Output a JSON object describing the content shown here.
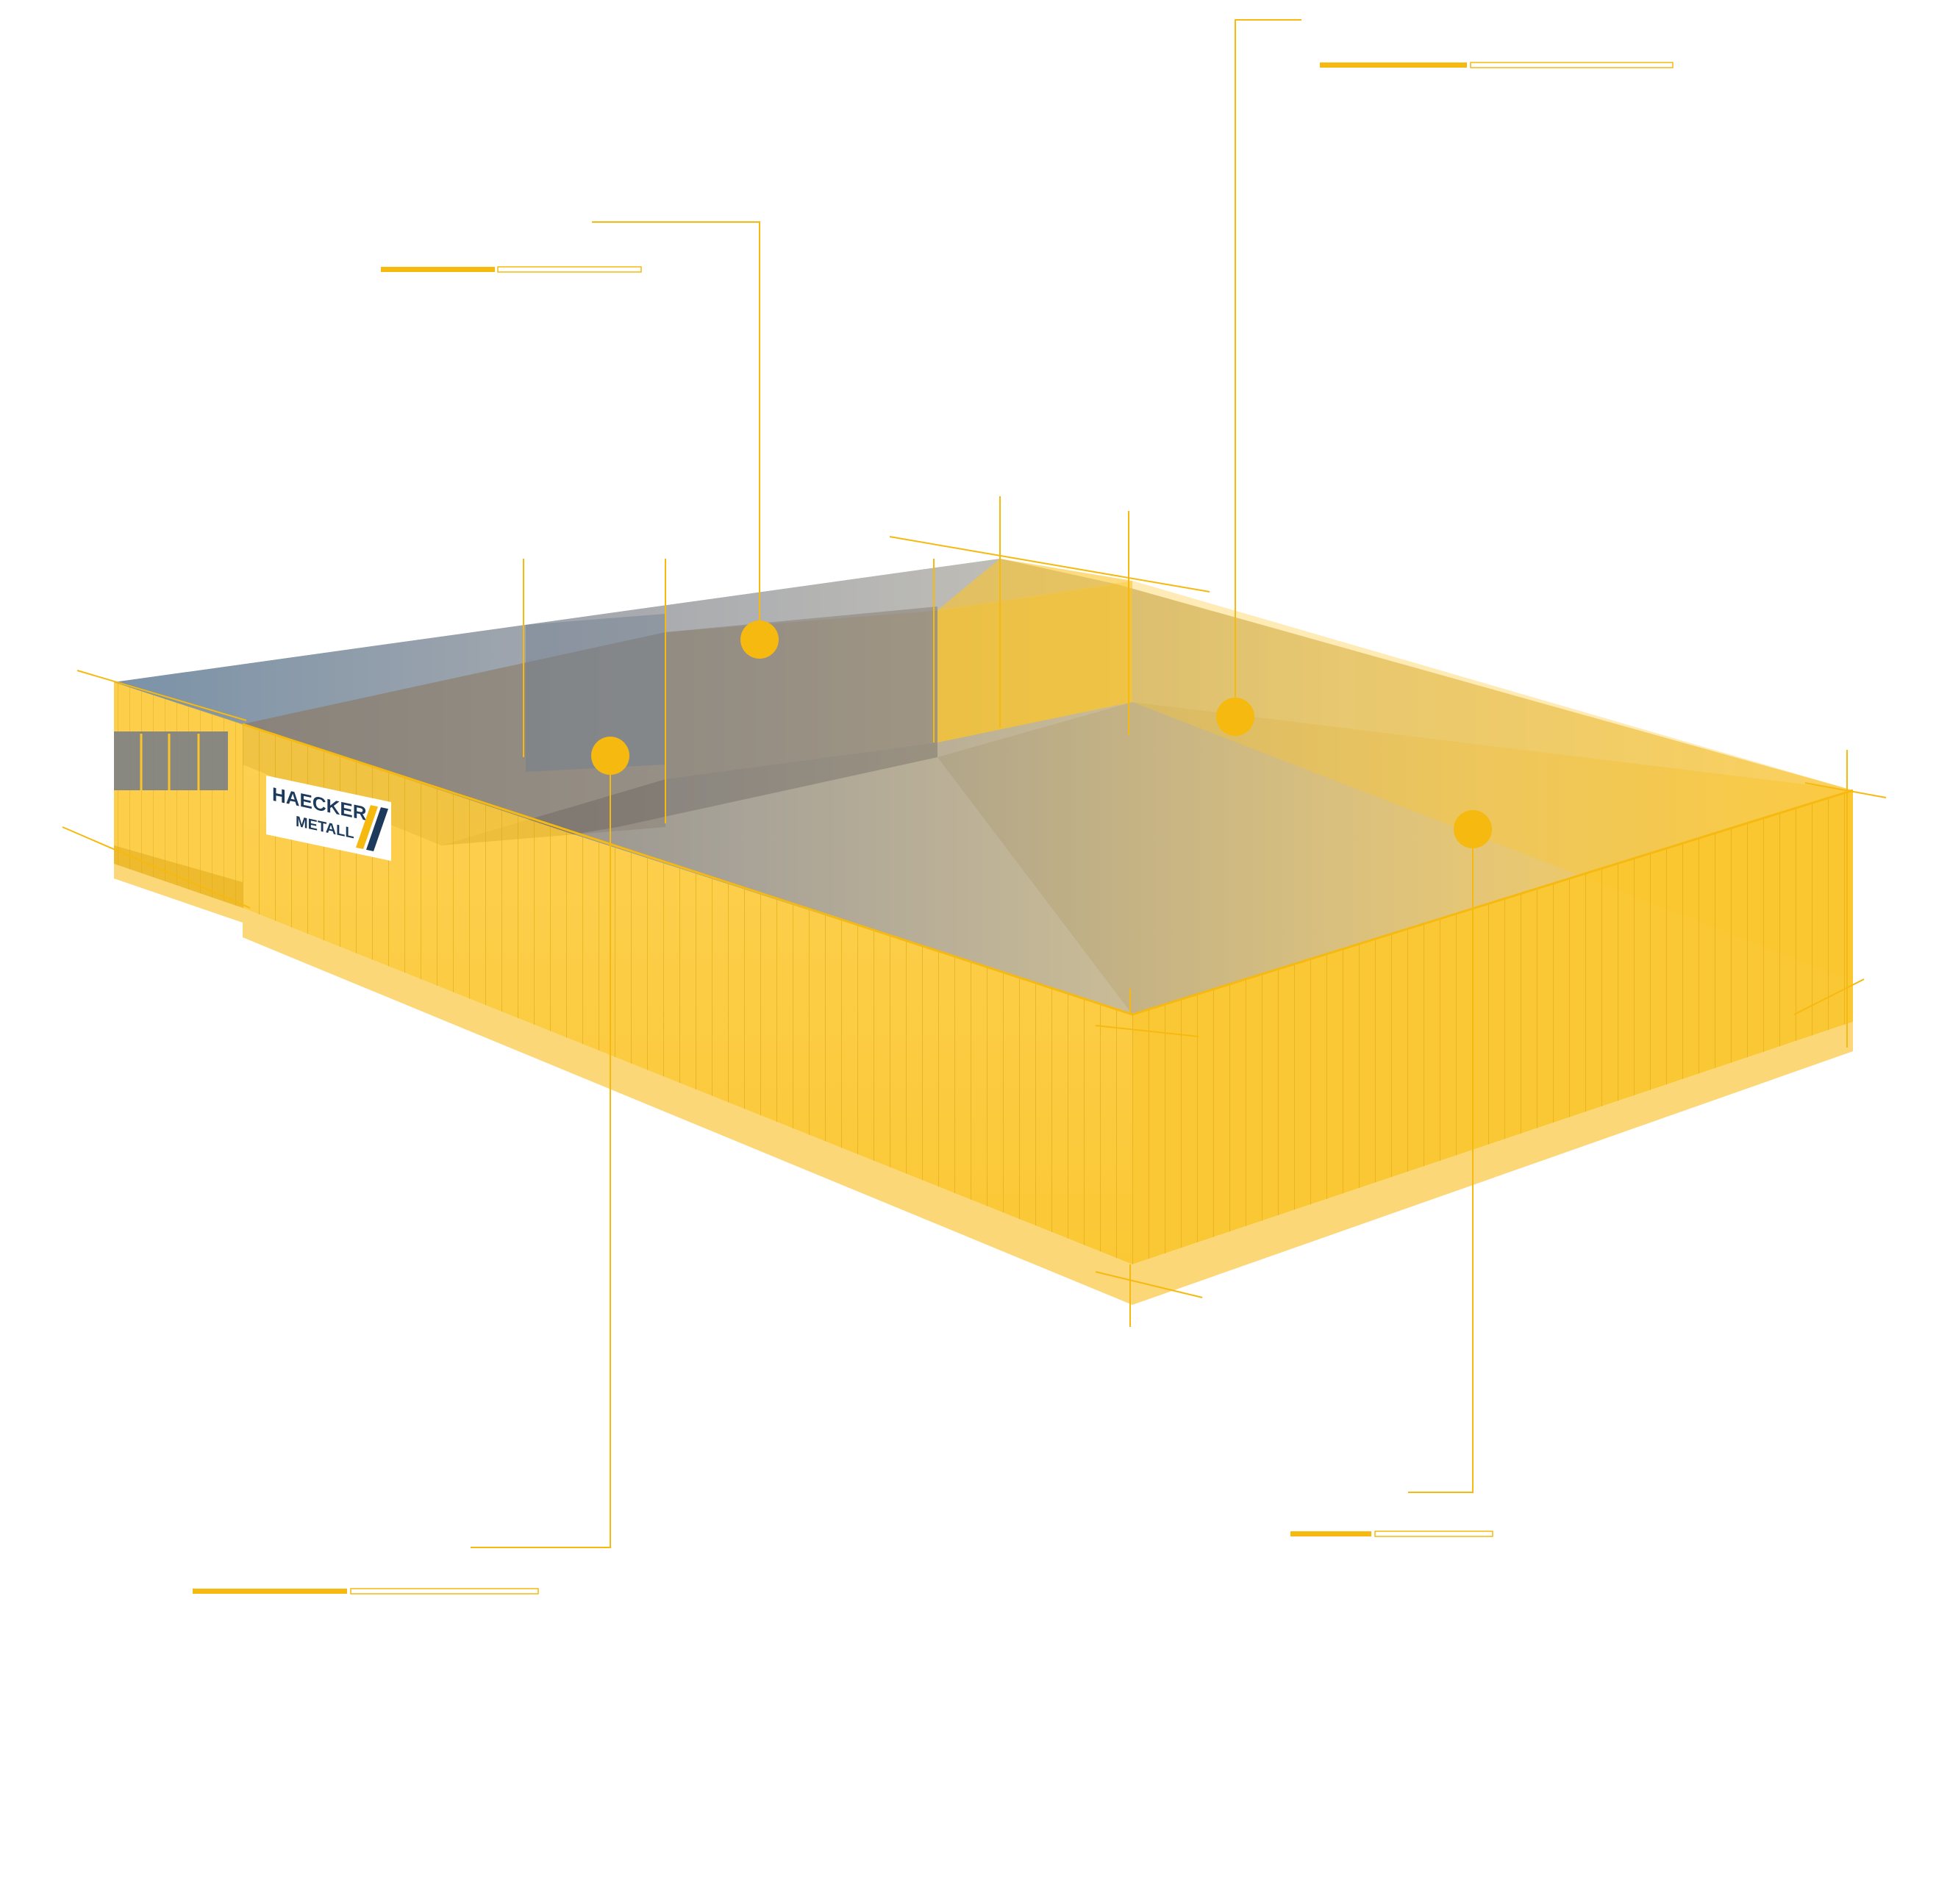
{
  "logo": {
    "line1": "HAECKER",
    "line2": "METALL"
  },
  "colors": {
    "accent": "#f6b90f",
    "wall": "#fbc52a",
    "wall_light": "#fcd777",
    "roof_blue": "#7d97ae",
    "roof_grey": "#b4b1a8",
    "floor_tan": "#d8c38a",
    "logo_navy": "#1d3a5c",
    "background": "#ffffff"
  },
  "callouts": [
    {
      "id": "callout-1",
      "label": ""
    },
    {
      "id": "callout-2",
      "label": ""
    },
    {
      "id": "callout-3",
      "label": ""
    },
    {
      "id": "callout-4",
      "label": ""
    }
  ]
}
